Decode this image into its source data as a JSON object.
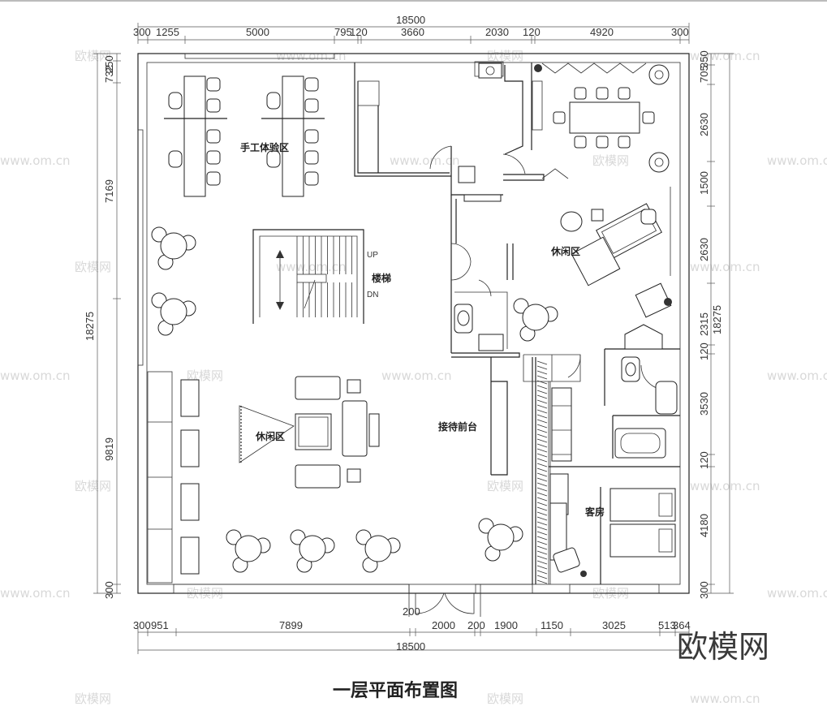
{
  "drawing_title": "一层平面布置图",
  "watermark": {
    "brand": "欧模网",
    "url": "www.om.cn"
  },
  "rooms": {
    "craft_area": "手工体验区",
    "stairs": "楼梯",
    "stair_up": "UP",
    "stair_down": "DN",
    "lounge_right": "休闲区",
    "lounge_left": "休闲区",
    "reception": "接待前台",
    "guest_room": "客房"
  },
  "dims_top": {
    "total": "18500",
    "segments": [
      "300",
      "1255",
      "5000",
      "795",
      "120",
      "3660",
      "2030",
      "120",
      "4920",
      "300"
    ]
  },
  "dims_bottom": {
    "total": "18500",
    "segments": [
      "300",
      "951",
      "7899",
      "200",
      "2000",
      "200",
      "1900",
      "1150",
      "3025",
      "513",
      "364"
    ]
  },
  "dims_left": {
    "total": "18275",
    "segments": [
      "250",
      "732",
      "7169",
      "9819",
      "300"
    ]
  },
  "dims_right": {
    "total": "18275",
    "segments": [
      "350",
      "705",
      "2630",
      "1500",
      "2630",
      "2315",
      "120",
      "3530",
      "120",
      "4180",
      "300"
    ]
  }
}
